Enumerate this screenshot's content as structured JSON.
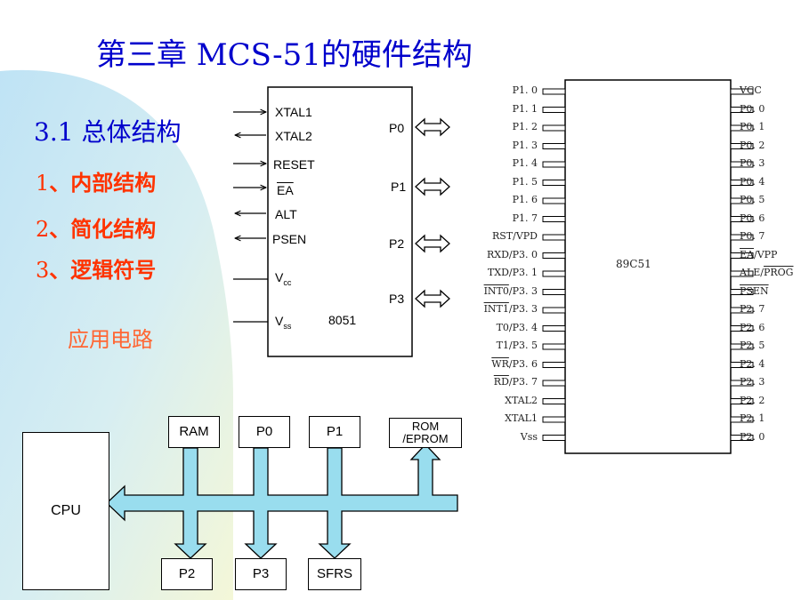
{
  "title": "第三章 MCS-51的硬件结构",
  "colors": {
    "title": "#0000cc",
    "nav_item": "#ff3300",
    "nav_app": "#ff6633",
    "bus": "#99ddee",
    "bg_wave": "#cde9f7"
  },
  "nav": {
    "section_num": "3.1",
    "section_text": "总体结构",
    "items": [
      {
        "num": "1",
        "text": "、内部结构"
      },
      {
        "num": "2",
        "text": "、简化结构"
      },
      {
        "num": "3",
        "text": "、逻辑符号"
      }
    ],
    "app": "应用电路"
  },
  "chip8051": {
    "left_pins": [
      "XTAL1",
      "XTAL2",
      "RESET",
      "EA",
      "ALT",
      "PSEN",
      "V",
      "V"
    ],
    "vcc_sub": "cc",
    "vss_sub": "ss",
    "ports": [
      "P0",
      "P1",
      "P2",
      "P3"
    ],
    "name": "8051"
  },
  "chip89c51": {
    "name": "89C51",
    "left_pins": [
      "P1. 0",
      "P1. 1",
      "P1. 2",
      "P1. 3",
      "P1. 4",
      "P1. 5",
      "P1. 6",
      "P1. 7",
      "RST/VPD",
      "RXD/P3. 0",
      "TXD/P3. 1",
      "/P3. 3",
      "/P3. 3",
      "T0/P3. 4",
      "T1/P3. 5",
      "/P3. 6",
      "/P3. 7",
      "XTAL2",
      "XTAL1",
      "Vss"
    ],
    "left_overline": {
      "11": "INT0",
      "12": "INT1",
      "15": "WR",
      "16": "RD"
    },
    "right_pins": [
      "VCC",
      "P0. 0",
      "P0. 1",
      "P0. 2",
      "P0. 3",
      "P0. 4",
      "P0. 5",
      "P0. 6",
      "P0. 7",
      "/VPP",
      "ALE/",
      "PSEN",
      "P2. 7",
      "P2. 6",
      "P2. 5",
      "P2. 4",
      "P2. 3",
      "P2. 2",
      "P2. 1",
      "P2. 0"
    ],
    "right_ea": "EA",
    "right_prog": "PROG"
  },
  "block": {
    "cpu": "CPU",
    "top": [
      "RAM",
      "P0",
      "P1",
      "ROM\n/EPROM"
    ],
    "bottom": [
      "P2",
      "P3",
      "SFRS"
    ]
  }
}
